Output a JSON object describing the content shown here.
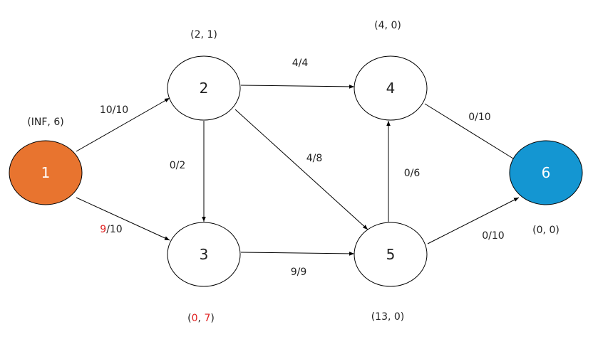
{
  "colors": {
    "source": "#E8742F",
    "sink": "#1496D2",
    "default": "#FFFFFF",
    "highlight": "#E02020",
    "text": "#222222",
    "light_text": "#FFFFFF"
  },
  "nodes": [
    {
      "id": "1",
      "label": "1",
      "role": "source",
      "tag": [
        "(INF, 6)"
      ]
    },
    {
      "id": "2",
      "label": "2",
      "role": "normal",
      "tag": [
        "(2, 1)"
      ]
    },
    {
      "id": "3",
      "label": "3",
      "role": "normal",
      "tag": [
        "(",
        {
          "t": "0",
          "hl": true
        },
        ", ",
        {
          "t": "7",
          "hl": true
        },
        ")"
      ]
    },
    {
      "id": "4",
      "label": "4",
      "role": "normal",
      "tag": [
        "(4, 0)"
      ]
    },
    {
      "id": "5",
      "label": "5",
      "role": "normal",
      "tag": [
        "(13, 0)"
      ]
    },
    {
      "id": "6",
      "label": "6",
      "role": "sink",
      "tag": [
        "(0, 0)"
      ]
    }
  ],
  "edges": [
    {
      "from": "1",
      "to": "2",
      "label": [
        "10/10"
      ]
    },
    {
      "from": "1",
      "to": "3",
      "label": [
        {
          "t": "9",
          "hl": true
        },
        "/10"
      ]
    },
    {
      "from": "2",
      "to": "3",
      "label": [
        "0/2"
      ]
    },
    {
      "from": "2",
      "to": "4",
      "label": [
        "4/4"
      ]
    },
    {
      "from": "2",
      "to": "5",
      "label": [
        "4/8"
      ]
    },
    {
      "from": "3",
      "to": "5",
      "label": [
        "9/9"
      ]
    },
    {
      "from": "5",
      "to": "4",
      "label": [
        "0/6"
      ]
    },
    {
      "from": "4",
      "to": "6",
      "label": [
        "0/10"
      ]
    },
    {
      "from": "5",
      "to": "6",
      "label": [
        "0/10"
      ]
    }
  ]
}
